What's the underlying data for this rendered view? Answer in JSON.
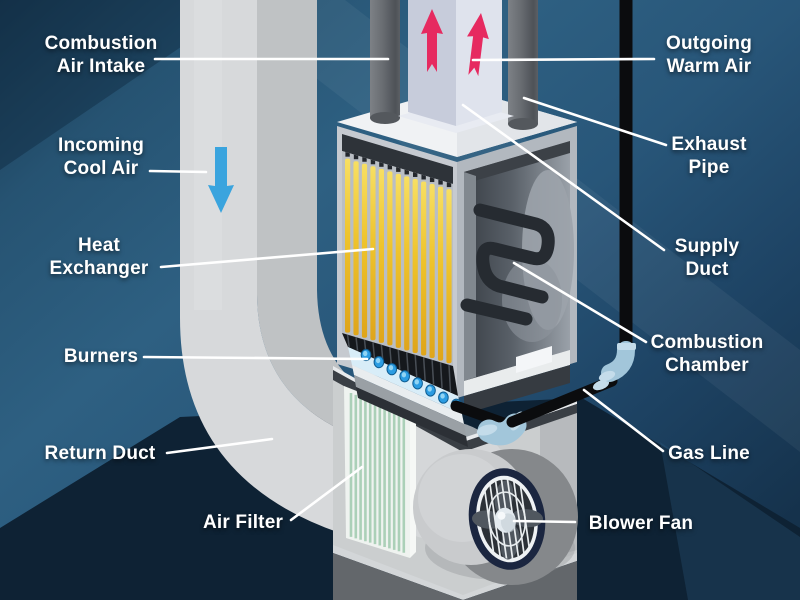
{
  "diagram": {
    "type": "furnace-cutaway-diagram",
    "labels": {
      "combustion_air_intake": "Combustion\nAir Intake",
      "incoming_cool_air": "Incoming\nCool Air",
      "heat_exchanger": "Heat\nExchanger",
      "burners": "Burners",
      "return_duct": "Return Duct",
      "air_filter": "Air Filter",
      "outgoing_warm_air": "Outgoing\nWarm Air",
      "exhaust_pipe": "Exhaust\nPipe",
      "supply_duct": "Supply\nDuct",
      "combustion_chamber": "Combustion\nChamber",
      "gas_line": "Gas Line",
      "blower_fan": "Blower Fan"
    },
    "arrows": {
      "outgoing_warm_air": {
        "icon": "up-arrow-icon",
        "direction": "up",
        "count": 2
      },
      "incoming_cool_air": {
        "icon": "down-arrow-icon",
        "direction": "down",
        "count": 1
      }
    }
  },
  "colors": {
    "label_text": "#ffffff",
    "leader_line": "#ffffff",
    "warm_air_arrow": "#e62a60",
    "cool_air_arrow": "#3aa4de",
    "heat_exchanger_yellow": "#efc32c",
    "burner_flame_blue": "#2b9ce2",
    "air_filter_green": "#abd0b8",
    "gas_line_black": "#0b0c0e",
    "gas_fitting_blue": "#a2c6da",
    "duct_gray": "#d7d9db",
    "fan_ring_navy": "#1b2640",
    "wall_blue": "#2b5b7d",
    "floor_navy": "#0e2234"
  }
}
